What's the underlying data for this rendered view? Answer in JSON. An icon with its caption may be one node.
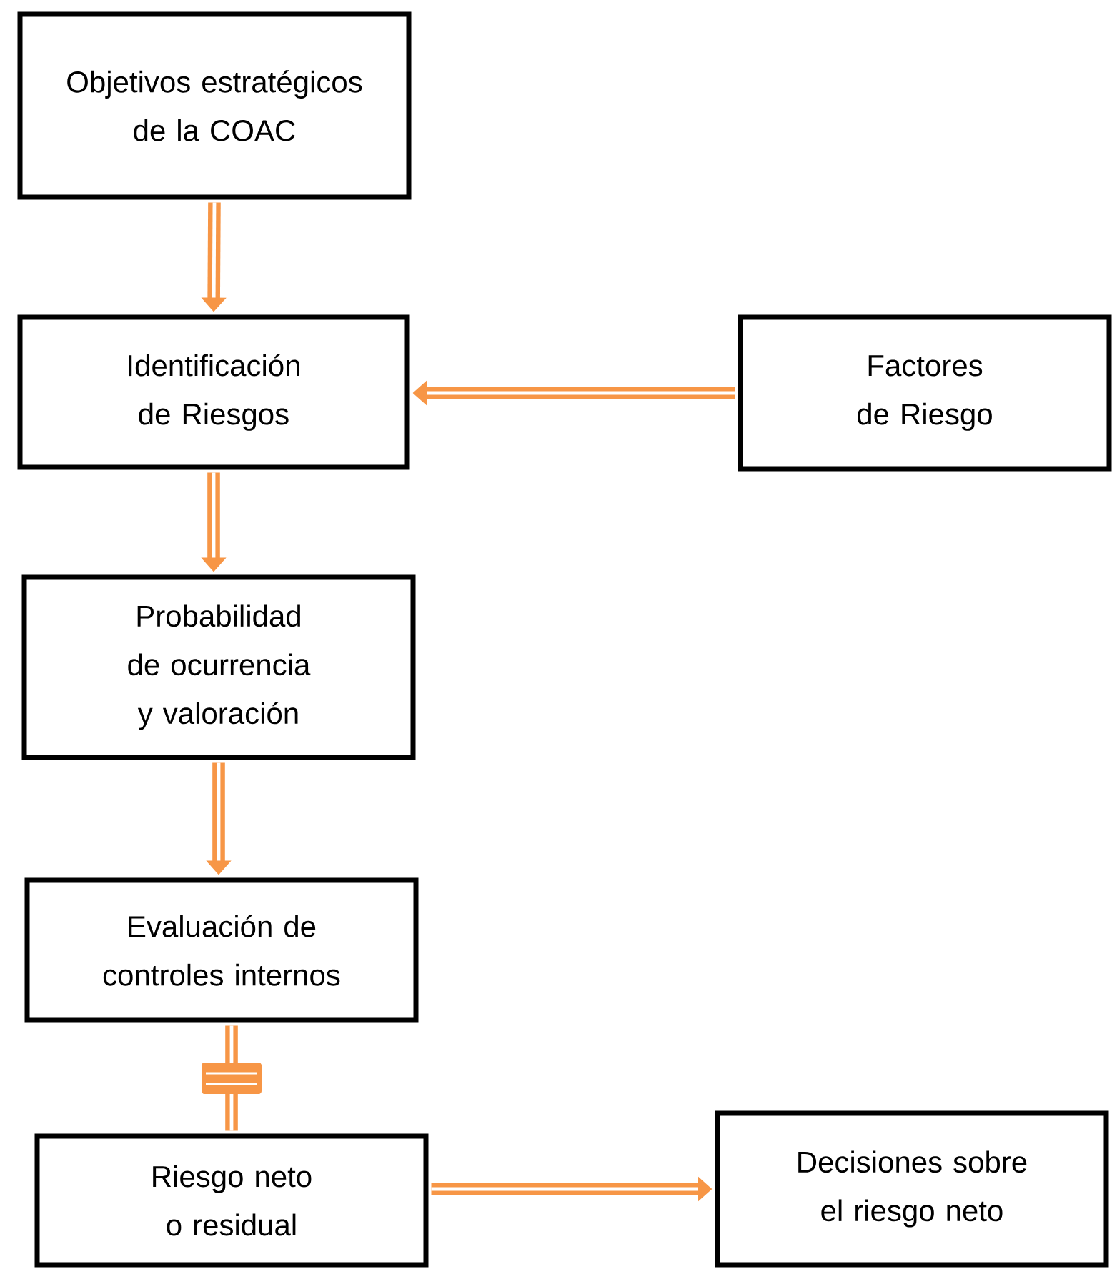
{
  "diagram": {
    "nodes": [
      {
        "text": [
          "Objetivos estratégicos de la COAC"
        ]
      },
      {
        "text": [
          "Identificación de Riesgos"
        ]
      },
      {
        "text": [
          "Factores de Riesgo"
        ]
      },
      {
        "text": [
          "Probabilidad de ocurrencia y valoración"
        ]
      },
      {
        "text": [
          "Evaluación de controles internos"
        ]
      },
      {
        "text": [
          "Riesgo neto o residual"
        ]
      },
      {
        "text": [
          "Decisiones sobre el riesgo neto"
        ]
      }
    ],
    "edges": [
      {
        "from": 0,
        "to": 1,
        "arrow": "to"
      },
      {
        "from": 2,
        "to": 1,
        "arrow": "to"
      },
      {
        "from": 1,
        "to": 3,
        "arrow": "to"
      },
      {
        "from": 3,
        "to": 4,
        "arrow": "to"
      },
      {
        "from": 4,
        "to": 5,
        "arrow": "none"
      },
      {
        "from": 5,
        "to": 6,
        "arrow": "to"
      }
    ]
  }
}
